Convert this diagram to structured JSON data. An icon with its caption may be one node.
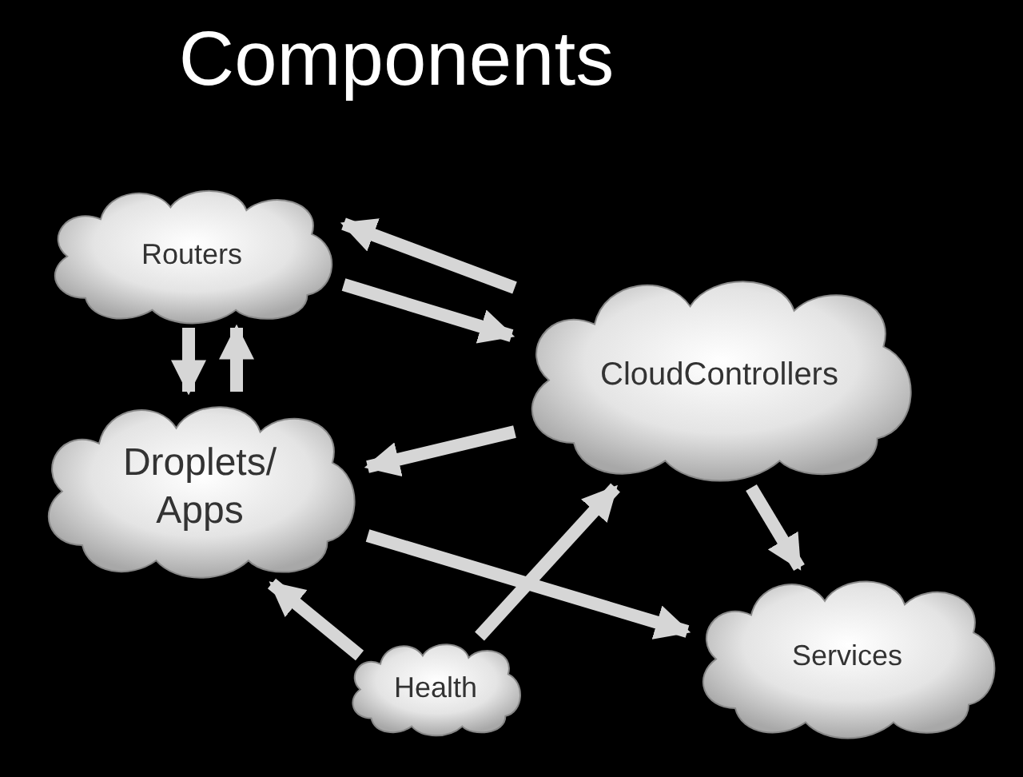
{
  "diagram": {
    "title": "Components",
    "nodes": [
      {
        "text": [
          "Routers"
        ]
      },
      {
        "text": [
          "CloudControllers"
        ]
      },
      {
        "text": [
          "Droplets/ Apps"
        ]
      },
      {
        "text": [
          "Services"
        ]
      },
      {
        "text": [
          "Health"
        ]
      }
    ],
    "edges": [
      {
        "from": 1,
        "to": 0,
        "arrow": "to"
      },
      {
        "from": 0,
        "to": 1,
        "arrow": "to"
      },
      {
        "from": 0,
        "to": 2,
        "arrow": "to"
      },
      {
        "from": 2,
        "to": 0,
        "arrow": "to"
      },
      {
        "from": 1,
        "to": 2,
        "arrow": "to"
      },
      {
        "from": 1,
        "to": 3,
        "arrow": "to"
      },
      {
        "from": 2,
        "to": 3,
        "arrow": "to"
      },
      {
        "from": 4,
        "to": 2,
        "arrow": "to"
      },
      {
        "from": 4,
        "to": 1,
        "arrow": "to"
      }
    ]
  }
}
